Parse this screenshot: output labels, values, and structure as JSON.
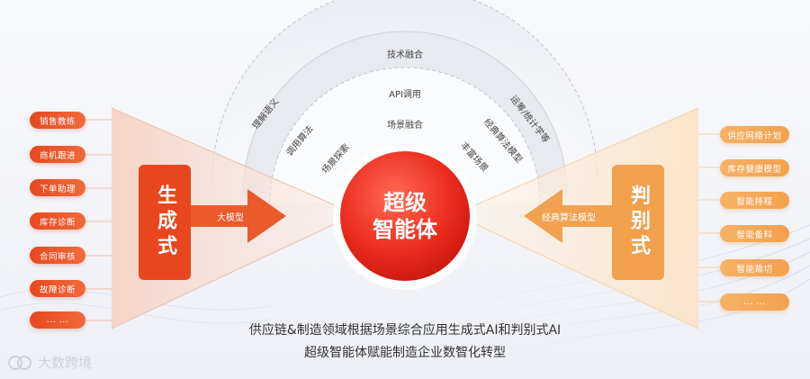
{
  "center": {
    "line1": "超级",
    "line2": "智能体"
  },
  "left": {
    "title": "生成式",
    "arrow_label": "大模型",
    "items": [
      "销售教练",
      "商机跟进",
      "下单助理",
      "库存诊断",
      "合同审核",
      "故障诊断",
      "... ..."
    ]
  },
  "right": {
    "title": "判别式",
    "arrow_label": "经典算法模型",
    "items": [
      "供应网络计划",
      "库存健康模型",
      "智能排程",
      "智能备料",
      "智能裁切",
      "... ..."
    ]
  },
  "arcs": {
    "outer": {
      "top": "技术融合",
      "left": "理解语义",
      "right": "运筹/统计学等"
    },
    "middle": {
      "top": "API调用",
      "left": "调用算法",
      "right": "经典算法模型"
    },
    "inner": {
      "top": "场景融合",
      "left": "场景探索",
      "right": "丰富场景"
    }
  },
  "caption": {
    "line1": "供应链&制造领域根据场景综合应用生成式AI和判别式AI",
    "line2": "超级智能体赋能制造企业数智化转型"
  },
  "watermark": "大数跨境",
  "colors": {
    "red": "#e8341c",
    "orange": "#f39a45",
    "arc": "#b5b8c2"
  }
}
